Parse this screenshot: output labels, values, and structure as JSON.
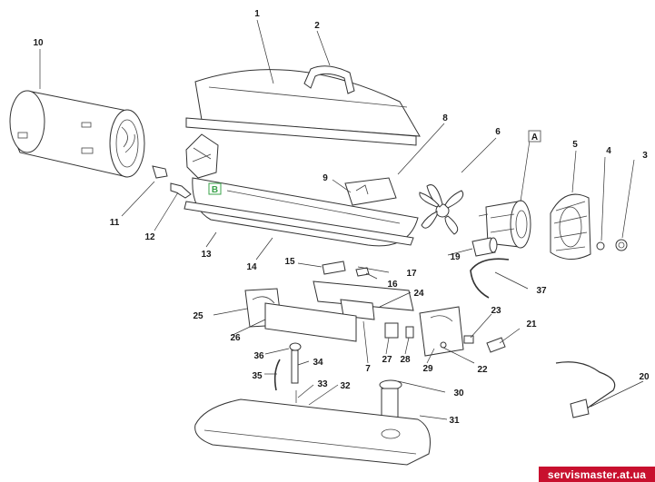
{
  "callouts": [
    {
      "id": "c1",
      "text": "1"
    },
    {
      "id": "c2",
      "text": "2"
    },
    {
      "id": "c3",
      "text": "3"
    },
    {
      "id": "c4",
      "text": "4"
    },
    {
      "id": "c5",
      "text": "5"
    },
    {
      "id": "c6",
      "text": "6"
    },
    {
      "id": "c7",
      "text": "7"
    },
    {
      "id": "c8",
      "text": "8"
    },
    {
      "id": "c9",
      "text": "9"
    },
    {
      "id": "c10",
      "text": "10"
    },
    {
      "id": "c11",
      "text": "11"
    },
    {
      "id": "c12",
      "text": "12"
    },
    {
      "id": "c13",
      "text": "13"
    },
    {
      "id": "c14",
      "text": "14"
    },
    {
      "id": "c15",
      "text": "15"
    },
    {
      "id": "c16",
      "text": "16"
    },
    {
      "id": "c17",
      "text": "17"
    },
    {
      "id": "c19",
      "text": "19"
    },
    {
      "id": "c20",
      "text": "20"
    },
    {
      "id": "c21",
      "text": "21"
    },
    {
      "id": "c22",
      "text": "22"
    },
    {
      "id": "c23",
      "text": "23"
    },
    {
      "id": "c24",
      "text": "24"
    },
    {
      "id": "c25",
      "text": "25"
    },
    {
      "id": "c26",
      "text": "26"
    },
    {
      "id": "c27",
      "text": "27"
    },
    {
      "id": "c28",
      "text": "28"
    },
    {
      "id": "c29",
      "text": "29"
    },
    {
      "id": "c30",
      "text": "30"
    },
    {
      "id": "c31",
      "text": "31"
    },
    {
      "id": "c32",
      "text": "32"
    },
    {
      "id": "c33",
      "text": "33"
    },
    {
      "id": "c34",
      "text": "34"
    },
    {
      "id": "c35",
      "text": "35"
    },
    {
      "id": "c36",
      "text": "36"
    },
    {
      "id": "c37",
      "text": "37"
    }
  ],
  "boxed_labels": {
    "a": "A",
    "b": "B"
  },
  "colors": {
    "ink": "#333333",
    "box_a": "#666666",
    "box_b": "#3aa34a",
    "watermark_bg": "#c8102e"
  },
  "watermark": {
    "text": "servismaster.at.ua"
  }
}
